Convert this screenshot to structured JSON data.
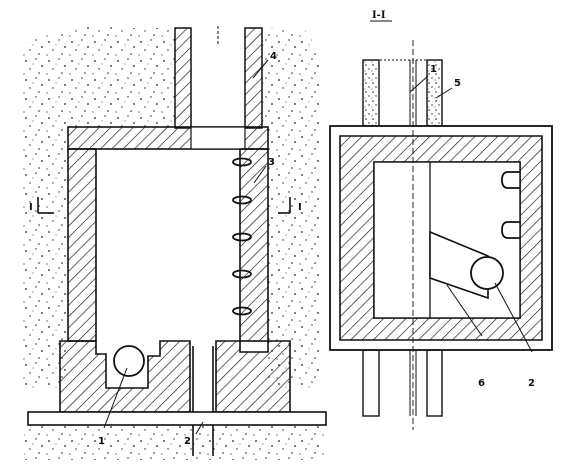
{
  "section_title": "I-I",
  "section_mark_left": "I",
  "section_mark_right": "I",
  "callouts": {
    "c1": "1",
    "c2": "2",
    "c3": "3",
    "c4": "4",
    "c5": "5",
    "c6": "6",
    "c7": "1",
    "c8": "2"
  },
  "colors": {
    "ink": "#111111",
    "paper": "#ffffff"
  }
}
